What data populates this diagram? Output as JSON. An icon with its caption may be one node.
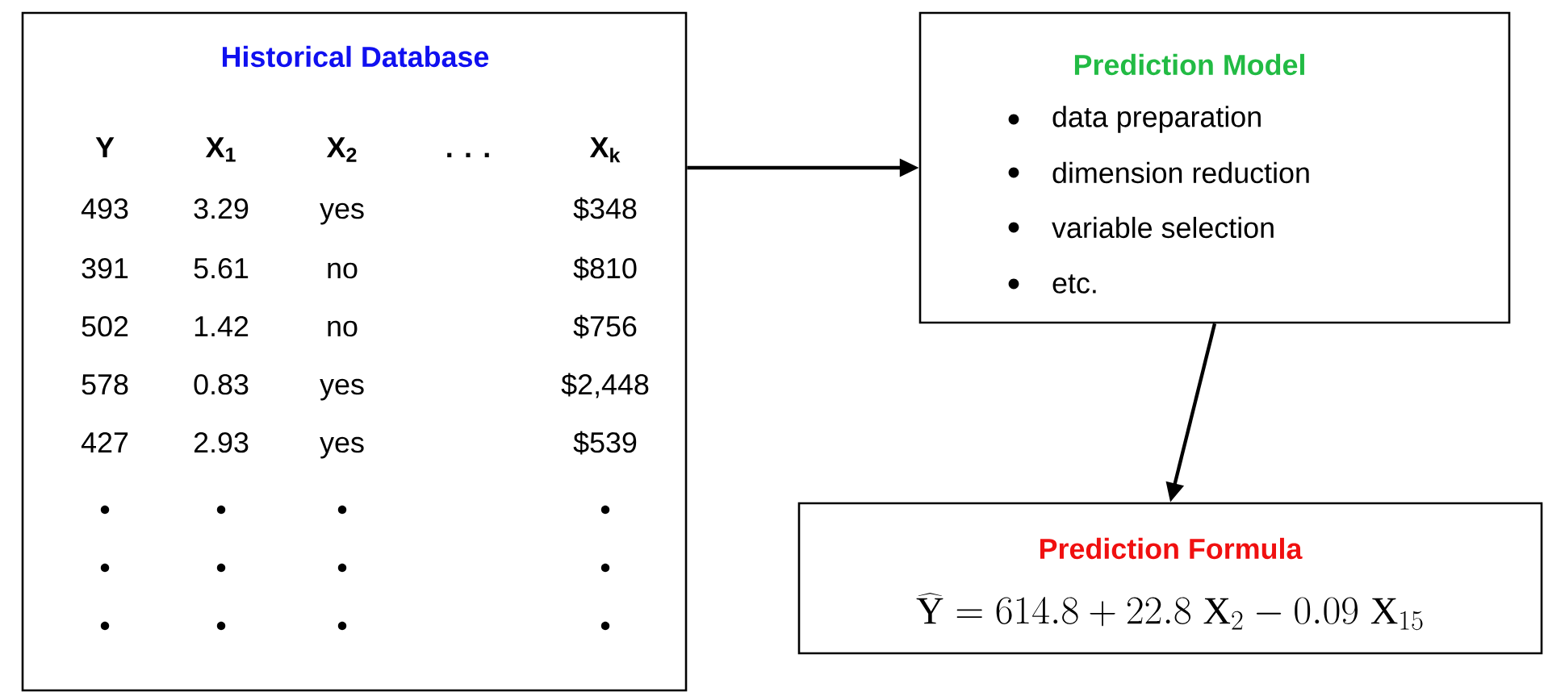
{
  "diagram": {
    "nodes": [
      {
        "text": [
          "Historical Database"
        ]
      },
      {
        "text": [
          "Prediction Model",
          "data preparation",
          "dimension reduction",
          "variable selection",
          "etc."
        ]
      },
      {
        "text": [
          "Prediction Formula",
          "\\widehat{\\mathrm{Y}} = 614.8 + 22.8\\;\\mathrm{X}_{2} - 0.09\\;\\mathrm{X}_{15}"
        ]
      }
    ],
    "edges": [
      {
        "from": 0,
        "to": 1,
        "arrow": "to"
      },
      {
        "from": 1,
        "to": 2,
        "arrow": "to"
      }
    ],
    "labels": [
      "Y",
      "X$_{1}$",
      "X$_{2}$",
      ". . .",
      "X$_{k}$",
      "493",
      "3.29",
      "yes",
      "$348",
      "391",
      "5.61",
      "no",
      "$810",
      "502",
      "1.42",
      "no",
      "$756",
      "578",
      "0.83",
      "yes",
      "$2,448",
      "427",
      "2.93",
      "yes",
      "$539"
    ]
  }
}
